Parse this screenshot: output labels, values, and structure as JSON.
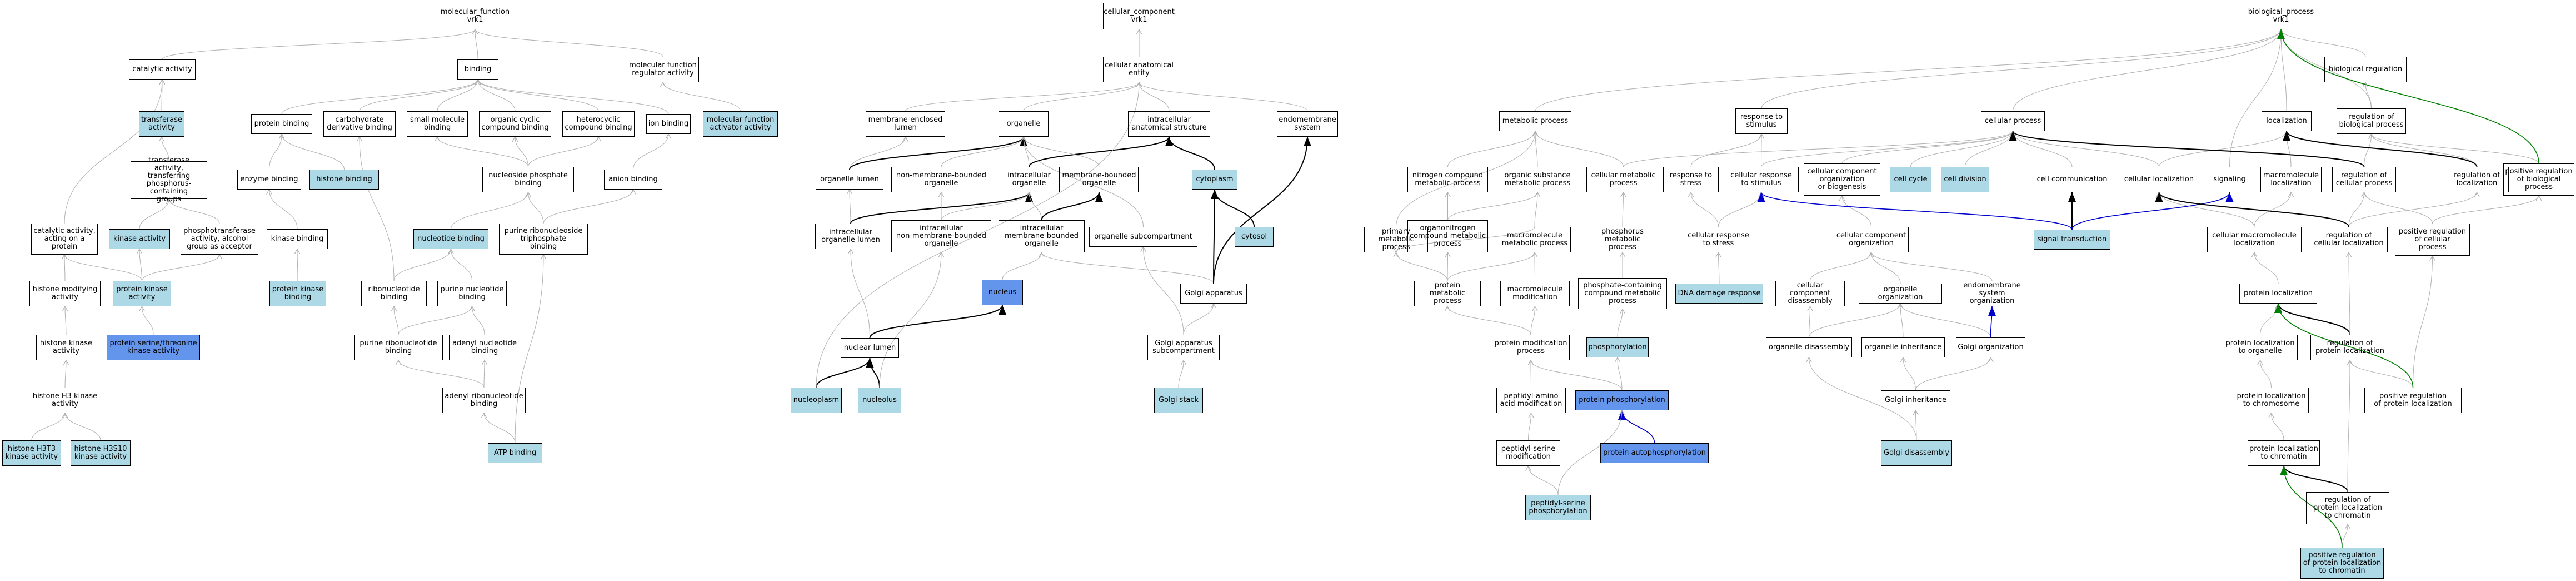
{
  "colors": {
    "light": "#add8e6",
    "dark": "#6495ed",
    "is_a": "#b0b0b0",
    "part_of": "#000000",
    "regulates": "#0000cc",
    "positively_regulates": "#008000"
  },
  "nodes": {
    "n1": {
      "label": "molecular_function\nvrk1"
    },
    "n2": {
      "label": "catalytic activity"
    },
    "n3": {
      "label": "binding"
    },
    "n4": {
      "label": "molecular function\nregulator activity"
    },
    "n5": {
      "label": "transferase\nactivity",
      "hl": 1
    },
    "n6": {
      "label": "protein binding"
    },
    "n7": {
      "label": "carbohydrate\nderivative binding"
    },
    "n8": {
      "label": "small molecule\nbinding"
    },
    "n9": {
      "label": "organic cyclic\ncompound binding"
    },
    "n10": {
      "label": "heterocyclic\ncompound binding"
    },
    "n11": {
      "label": "ion binding"
    },
    "n12": {
      "label": "molecular function\nactivator activity",
      "hl": 1
    },
    "n13": {
      "label": "transferase\nactivity, transferring\nphosphorus-containing\ngroups"
    },
    "n14": {
      "label": "enzyme binding"
    },
    "n15": {
      "label": "histone binding",
      "hl": 1
    },
    "n16": {
      "label": "nucleoside phosphate\nbinding"
    },
    "n17": {
      "label": "anion binding"
    },
    "n18": {
      "label": "catalytic activity,\nacting on a\nprotein"
    },
    "n19": {
      "label": "kinase activity",
      "hl": 1
    },
    "n20": {
      "label": "phosphotransferase\nactivity, alcohol\ngroup as acceptor"
    },
    "n21": {
      "label": "kinase binding"
    },
    "n22": {
      "label": "nucleotide binding",
      "hl": 1
    },
    "n23": {
      "label": "purine ribonucleoside\ntriphosphate\nbinding"
    },
    "n24": {
      "label": "histone modifying\nactivity"
    },
    "n25": {
      "label": "protein kinase\nactivity",
      "hl": 1
    },
    "n26": {
      "label": "protein kinase\nbinding",
      "hl": 1
    },
    "n27": {
      "label": "ribonucleotide\nbinding"
    },
    "n28": {
      "label": "purine nucleotide\nbinding"
    },
    "n29": {
      "label": "histone kinase\nactivity"
    },
    "n30": {
      "label": "protein serine/threonine\nkinase activity",
      "hl": 2
    },
    "n31": {
      "label": "purine ribonucleotide\nbinding"
    },
    "n32": {
      "label": "adenyl nucleotide\nbinding"
    },
    "n33": {
      "label": "histone H3 kinase\nactivity"
    },
    "n34": {
      "label": "adenyl ribonucleotide\nbinding"
    },
    "n35": {
      "label": "histone H3T3\nkinase activity",
      "hl": 1
    },
    "n36": {
      "label": "histone H3S10\nkinase activity",
      "hl": 1
    },
    "n37": {
      "label": "ATP binding",
      "hl": 1
    },
    "c1": {
      "label": "cellular_component\nvrk1"
    },
    "c2": {
      "label": "cellular anatomical\nentity"
    },
    "c3": {
      "label": "membrane-enclosed\nlumen"
    },
    "c4": {
      "label": "organelle"
    },
    "c5": {
      "label": "intracellular\nanatomical structure"
    },
    "c6": {
      "label": "endomembrane\nsystem"
    },
    "c7": {
      "label": "organelle lumen"
    },
    "c8": {
      "label": "non-membrane-bounded\norganelle"
    },
    "c9": {
      "label": "intracellular\norganelle"
    },
    "c10": {
      "label": "membrane-bounded\norganelle"
    },
    "c11": {
      "label": "cytoplasm",
      "hl": 1
    },
    "c12": {
      "label": "intracellular\norganelle lumen"
    },
    "c13": {
      "label": "intracellular\nnon-membrane-bounded\norganelle"
    },
    "c14": {
      "label": "intracellular\nmembrane-bounded\norganelle"
    },
    "c15": {
      "label": "organelle subcompartment"
    },
    "c16": {
      "label": "cytosol",
      "hl": 1
    },
    "c17": {
      "label": "nucleus",
      "hl": 2
    },
    "c18": {
      "label": "Golgi apparatus"
    },
    "c19": {
      "label": "nuclear lumen"
    },
    "c20": {
      "label": "Golgi apparatus\nsubcompartment"
    },
    "c21": {
      "label": "nucleoplasm",
      "hl": 1
    },
    "c22": {
      "label": "nucleolus",
      "hl": 1
    },
    "c23": {
      "label": "Golgi stack",
      "hl": 1
    },
    "b1": {
      "label": "biological_process\nvrk1"
    },
    "b2": {
      "label": "biological regulation"
    },
    "b3": {
      "label": "metabolic process"
    },
    "b4": {
      "label": "response to\nstimulus"
    },
    "b5": {
      "label": "cellular process"
    },
    "b6": {
      "label": "localization"
    },
    "b7": {
      "label": "regulation of\nbiological process"
    },
    "b8": {
      "label": "nitrogen compound\nmetabolic process"
    },
    "b9": {
      "label": "organic substance\nmetabolic process"
    },
    "b10": {
      "label": "cellular metabolic\nprocess"
    },
    "b11": {
      "label": "response to\nstress"
    },
    "b12": {
      "label": "cellular response\nto stimulus"
    },
    "b13": {
      "label": "cellular component\norganization\nor biogenesis"
    },
    "b14": {
      "label": "cell cycle",
      "hl": 1
    },
    "b15": {
      "label": "cell division",
      "hl": 1
    },
    "b16": {
      "label": "cell communication"
    },
    "b17": {
      "label": "cellular localization"
    },
    "b18": {
      "label": "signaling"
    },
    "b19": {
      "label": "macromolecule\nlocalization"
    },
    "b20": {
      "label": "regulation of\ncellular process"
    },
    "b21": {
      "label": "regulation of\nlocalization"
    },
    "b22": {
      "label": "positive regulation\nof biological\nprocess"
    },
    "b23": {
      "label": "primary metabolic\nprocess"
    },
    "b24": {
      "label": "organonitrogen\ncompound metabolic\nprocess"
    },
    "b25": {
      "label": "macromolecule\nmetabolic process"
    },
    "b26": {
      "label": "phosphorus metabolic\nprocess"
    },
    "b27": {
      "label": "cellular response\nto stress"
    },
    "b28": {
      "label": "cellular component\norganization"
    },
    "b29": {
      "label": "signal transduction",
      "hl": 1
    },
    "b30": {
      "label": "cellular macromolecule\nlocalization"
    },
    "b31": {
      "label": "regulation of\ncellular localization"
    },
    "b32": {
      "label": "positive regulation\nof cellular\nprocess"
    },
    "b33": {
      "label": "protein metabolic\nprocess"
    },
    "b34": {
      "label": "macromolecule\nmodification"
    },
    "b35": {
      "label": "phosphate-containing\ncompound metabolic\nprocess"
    },
    "b36": {
      "label": "DNA damage response",
      "hl": 1
    },
    "b37": {
      "label": "cellular component\ndisassembly"
    },
    "b38": {
      "label": "organelle organization"
    },
    "b39": {
      "label": "endomembrane\nsystem organization"
    },
    "b40": {
      "label": "protein localization"
    },
    "b41": {
      "label": "protein modification\nprocess"
    },
    "b42": {
      "label": "phosphorylation",
      "hl": 1
    },
    "b43": {
      "label": "organelle disassembly"
    },
    "b44": {
      "label": "organelle inheritance"
    },
    "b45": {
      "label": "Golgi organization"
    },
    "b46": {
      "label": "protein localization\nto organelle"
    },
    "b47": {
      "label": "regulation of\nprotein localization"
    },
    "b48": {
      "label": "peptidyl-amino\nacid modification"
    },
    "b49": {
      "label": "protein phosphorylation",
      "hl": 2
    },
    "b50": {
      "label": "Golgi inheritance"
    },
    "b51": {
      "label": "protein localization\nto chromosome"
    },
    "b52": {
      "label": "positive regulation\nof protein localization"
    },
    "b53": {
      "label": "peptidyl-serine\nmodification"
    },
    "b54": {
      "label": "protein autophosphorylation",
      "hl": 2
    },
    "b55": {
      "label": "Golgi disassembly",
      "hl": 1
    },
    "b56": {
      "label": "protein localization\nto chromatin"
    },
    "b57": {
      "label": "peptidyl-serine\nphosphorylation",
      "hl": 1
    },
    "b58": {
      "label": "regulation of\nprotein localization\nto chromatin"
    },
    "b59": {
      "label": "positive regulation\nof protein localization\nto chromatin",
      "hl": 1
    }
  },
  "edges": [
    [
      "n2",
      "n1",
      "i"
    ],
    [
      "n3",
      "n1",
      "i"
    ],
    [
      "n4",
      "n1",
      "i"
    ],
    [
      "n5",
      "n2",
      "i"
    ],
    [
      "n6",
      "n3",
      "i"
    ],
    [
      "n7",
      "n3",
      "i"
    ],
    [
      "n8",
      "n3",
      "i"
    ],
    [
      "n9",
      "n3",
      "i"
    ],
    [
      "n10",
      "n3",
      "i"
    ],
    [
      "n11",
      "n3",
      "i"
    ],
    [
      "n12",
      "n4",
      "i"
    ],
    [
      "n13",
      "n5",
      "i"
    ],
    [
      "n14",
      "n6",
      "i"
    ],
    [
      "n15",
      "n6",
      "i"
    ],
    [
      "n16",
      "n8",
      "i"
    ],
    [
      "n16",
      "n9",
      "i"
    ],
    [
      "n16",
      "n10",
      "i"
    ],
    [
      "n17",
      "n11",
      "i"
    ],
    [
      "n18",
      "n2",
      "i"
    ],
    [
      "n19",
      "n13",
      "i"
    ],
    [
      "n20",
      "n13",
      "i"
    ],
    [
      "n21",
      "n14",
      "i"
    ],
    [
      "n22",
      "n16",
      "i"
    ],
    [
      "n23",
      "n17",
      "i"
    ],
    [
      "n23",
      "n16",
      "i"
    ],
    [
      "n24",
      "n18",
      "i"
    ],
    [
      "n25",
      "n18",
      "i"
    ],
    [
      "n25",
      "n19",
      "i"
    ],
    [
      "n25",
      "n20",
      "i"
    ],
    [
      "n26",
      "n21",
      "i"
    ],
    [
      "n27",
      "n22",
      "i"
    ],
    [
      "n27",
      "n7",
      "i"
    ],
    [
      "n28",
      "n22",
      "i"
    ],
    [
      "n29",
      "n24",
      "i"
    ],
    [
      "n30",
      "n25",
      "i"
    ],
    [
      "n31",
      "n27",
      "i"
    ],
    [
      "n31",
      "n28",
      "i"
    ],
    [
      "n32",
      "n28",
      "i"
    ],
    [
      "n33",
      "n29",
      "i"
    ],
    [
      "n34",
      "n31",
      "i"
    ],
    [
      "n34",
      "n32",
      "i"
    ],
    [
      "n35",
      "n33",
      "i"
    ],
    [
      "n36",
      "n33",
      "i"
    ],
    [
      "n37",
      "n34",
      "i"
    ],
    [
      "n37",
      "n23",
      "i"
    ],
    [
      "c2",
      "c1",
      "i"
    ],
    [
      "c3",
      "c2",
      "i"
    ],
    [
      "c4",
      "c2",
      "i"
    ],
    [
      "c5",
      "c2",
      "i"
    ],
    [
      "c6",
      "c2",
      "i"
    ],
    [
      "c7",
      "c3",
      "i"
    ],
    [
      "c7",
      "c4",
      "p"
    ],
    [
      "c8",
      "c4",
      "i"
    ],
    [
      "c9",
      "c4",
      "i"
    ],
    [
      "c9",
      "c5",
      "p"
    ],
    [
      "c10",
      "c4",
      "i"
    ],
    [
      "c11",
      "c5",
      "p"
    ],
    [
      "c12",
      "c7",
      "i"
    ],
    [
      "c12",
      "c9",
      "p"
    ],
    [
      "c13",
      "c8",
      "i"
    ],
    [
      "c13",
      "c9",
      "i"
    ],
    [
      "c14",
      "c9",
      "i"
    ],
    [
      "c14",
      "c10",
      "p"
    ],
    [
      "c15",
      "c4",
      "i"
    ],
    [
      "c16",
      "c11",
      "p"
    ],
    [
      "c17",
      "c14",
      "i"
    ],
    [
      "c18",
      "c14",
      "i"
    ],
    [
      "c18",
      "c11",
      "p"
    ],
    [
      "c18",
      "c6",
      "p"
    ],
    [
      "c19",
      "c12",
      "i"
    ],
    [
      "c19",
      "c17",
      "p"
    ],
    [
      "c20",
      "c15",
      "i"
    ],
    [
      "c20",
      "c18",
      "i"
    ],
    [
      "c21",
      "c19",
      "p"
    ],
    [
      "c21",
      "c2",
      "i"
    ],
    [
      "c22",
      "c19",
      "p"
    ],
    [
      "c22",
      "c13",
      "i"
    ],
    [
      "c23",
      "c20",
      "i"
    ],
    [
      "b2",
      "b1",
      "i"
    ],
    [
      "b3",
      "b1",
      "i"
    ],
    [
      "b4",
      "b1",
      "i"
    ],
    [
      "b5",
      "b1",
      "i"
    ],
    [
      "b6",
      "b1",
      "i"
    ],
    [
      "b7",
      "b2",
      "i"
    ],
    [
      "b7",
      "b1",
      "i"
    ],
    [
      "b8",
      "b3",
      "i"
    ],
    [
      "b9",
      "b3",
      "i"
    ],
    [
      "b10",
      "b3",
      "i"
    ],
    [
      "b10",
      "b5",
      "i"
    ],
    [
      "b11",
      "b4",
      "i"
    ],
    [
      "b12",
      "b4",
      "i"
    ],
    [
      "b12",
      "b5",
      "i"
    ],
    [
      "b13",
      "b5",
      "i"
    ],
    [
      "b14",
      "b5",
      "i"
    ],
    [
      "b15",
      "b5",
      "i"
    ],
    [
      "b16",
      "b5",
      "i"
    ],
    [
      "b17",
      "b5",
      "i"
    ],
    [
      "b17",
      "b6",
      "i"
    ],
    [
      "b18",
      "b1",
      "i"
    ],
    [
      "b19",
      "b6",
      "i"
    ],
    [
      "b20",
      "b7",
      "i"
    ],
    [
      "b20",
      "b5",
      "p"
    ],
    [
      "b21",
      "b7",
      "i"
    ],
    [
      "b21",
      "b6",
      "p"
    ],
    [
      "b22",
      "b7",
      "i"
    ],
    [
      "b22",
      "b1",
      "g"
    ],
    [
      "b23",
      "b3",
      "i"
    ],
    [
      "b24",
      "b8",
      "i"
    ],
    [
      "b24",
      "b9",
      "i"
    ],
    [
      "b25",
      "b9",
      "i"
    ],
    [
      "b25",
      "b23",
      "i"
    ],
    [
      "b26",
      "b10",
      "i"
    ],
    [
      "b27",
      "b11",
      "i"
    ],
    [
      "b27",
      "b12",
      "i"
    ],
    [
      "b28",
      "b13",
      "i"
    ],
    [
      "b29",
      "b16",
      "p"
    ],
    [
      "b29",
      "b12",
      "b"
    ],
    [
      "b29",
      "b18",
      "b"
    ],
    [
      "b30",
      "b17",
      "i"
    ],
    [
      "b30",
      "b19",
      "i"
    ],
    [
      "b31",
      "b20",
      "i"
    ],
    [
      "b31",
      "b21",
      "i"
    ],
    [
      "b31",
      "b17",
      "p"
    ],
    [
      "b32",
      "b20",
      "i"
    ],
    [
      "b32",
      "b22",
      "i"
    ],
    [
      "b33",
      "b23",
      "i"
    ],
    [
      "b33",
      "b24",
      "i"
    ],
    [
      "b33",
      "b25",
      "i"
    ],
    [
      "b34",
      "b25",
      "i"
    ],
    [
      "b35",
      "b26",
      "i"
    ],
    [
      "b36",
      "b27",
      "i"
    ],
    [
      "b37",
      "b28",
      "i"
    ],
    [
      "b38",
      "b28",
      "i"
    ],
    [
      "b39",
      "b28",
      "i"
    ],
    [
      "b40",
      "b30",
      "i"
    ],
    [
      "b41",
      "b33",
      "i"
    ],
    [
      "b41",
      "b34",
      "i"
    ],
    [
      "b42",
      "b35",
      "i"
    ],
    [
      "b43",
      "b37",
      "i"
    ],
    [
      "b43",
      "b38",
      "i"
    ],
    [
      "b44",
      "b38",
      "i"
    ],
    [
      "b45",
      "b38",
      "i"
    ],
    [
      "b45",
      "b39",
      "b"
    ],
    [
      "b46",
      "b40",
      "i"
    ],
    [
      "b47",
      "b40",
      "p"
    ],
    [
      "b47",
      "b31",
      "i"
    ],
    [
      "b48",
      "b41",
      "i"
    ],
    [
      "b49",
      "b41",
      "i"
    ],
    [
      "b49",
      "b42",
      "i"
    ],
    [
      "b50",
      "b44",
      "i"
    ],
    [
      "b50",
      "b45",
      "i"
    ],
    [
      "b51",
      "b46",
      "i"
    ],
    [
      "b52",
      "b47",
      "i"
    ],
    [
      "b52",
      "b40",
      "g"
    ],
    [
      "b52",
      "b32",
      "i"
    ],
    [
      "b53",
      "b48",
      "i"
    ],
    [
      "b54",
      "b49",
      "b"
    ],
    [
      "b55",
      "b43",
      "i"
    ],
    [
      "b55",
      "b50",
      "i"
    ],
    [
      "b56",
      "b51",
      "i"
    ],
    [
      "b57",
      "b53",
      "i"
    ],
    [
      "b57",
      "b49",
      "i"
    ],
    [
      "b58",
      "b56",
      "p"
    ],
    [
      "b58",
      "b47",
      "i"
    ],
    [
      "b59",
      "b58",
      "i"
    ],
    [
      "b59",
      "b56",
      "g"
    ]
  ]
}
